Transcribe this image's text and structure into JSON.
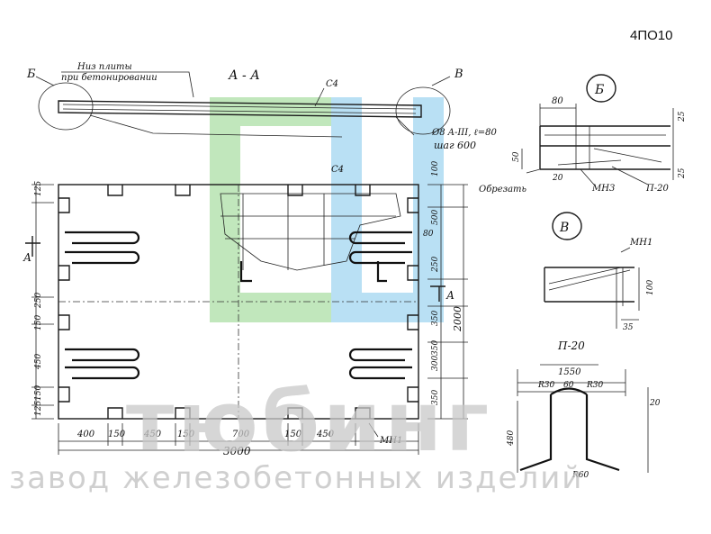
{
  "sheet": {
    "code": "4ПО10"
  },
  "section_view": {
    "title": "А - А",
    "callout_b": "Б",
    "callout_v": "В",
    "note_line1": "Низ плиты",
    "note_line2": "при бетонировании",
    "label_c4": "С4",
    "label_rebar": "Ø8 A-III, ℓ=80",
    "label_step": "шаг 600"
  },
  "plan_view": {
    "label_c4": "С4",
    "section_mark": "А",
    "label_mh1": "МН1",
    "dim_80": "80",
    "right_dims": [
      "100",
      "500",
      "250",
      "350",
      "350",
      "300",
      "350"
    ],
    "left_dims": [
      "125",
      "250",
      "150",
      "450",
      "125",
      "150"
    ],
    "overall_height": "2000",
    "bottom_dims": [
      "400",
      "150",
      "450",
      "150",
      "700",
      "150",
      "450"
    ],
    "overall_width": "3000"
  },
  "detail_b": {
    "callout": "Б",
    "dim_top": "80",
    "dim_right_top": "25",
    "dim_right_bottom": "25",
    "dim_left": "50",
    "dim_20": "20",
    "label_cut": "Обрезать",
    "label_mh3": "МН3",
    "label_p20": "П-20"
  },
  "detail_v": {
    "callout": "В",
    "label_mh1": "МН1",
    "dim_100": "100",
    "dim_35": "35"
  },
  "detail_p20": {
    "title": "П-20",
    "dim_width": "1550",
    "r30_left": "R30",
    "dim_60": "60",
    "r30_right": "R30",
    "dim_height": "480",
    "r60": "R60",
    "dim_20": "20"
  },
  "watermark": {
    "brand": "тюбинг",
    "tagline": "завод железобетонных изделий"
  },
  "colors": {
    "logo_green": "#a8dea0",
    "logo_blue": "#9cd3f0",
    "watermark_grey": "#c4c4c4",
    "line": "#1a1a1a"
  }
}
